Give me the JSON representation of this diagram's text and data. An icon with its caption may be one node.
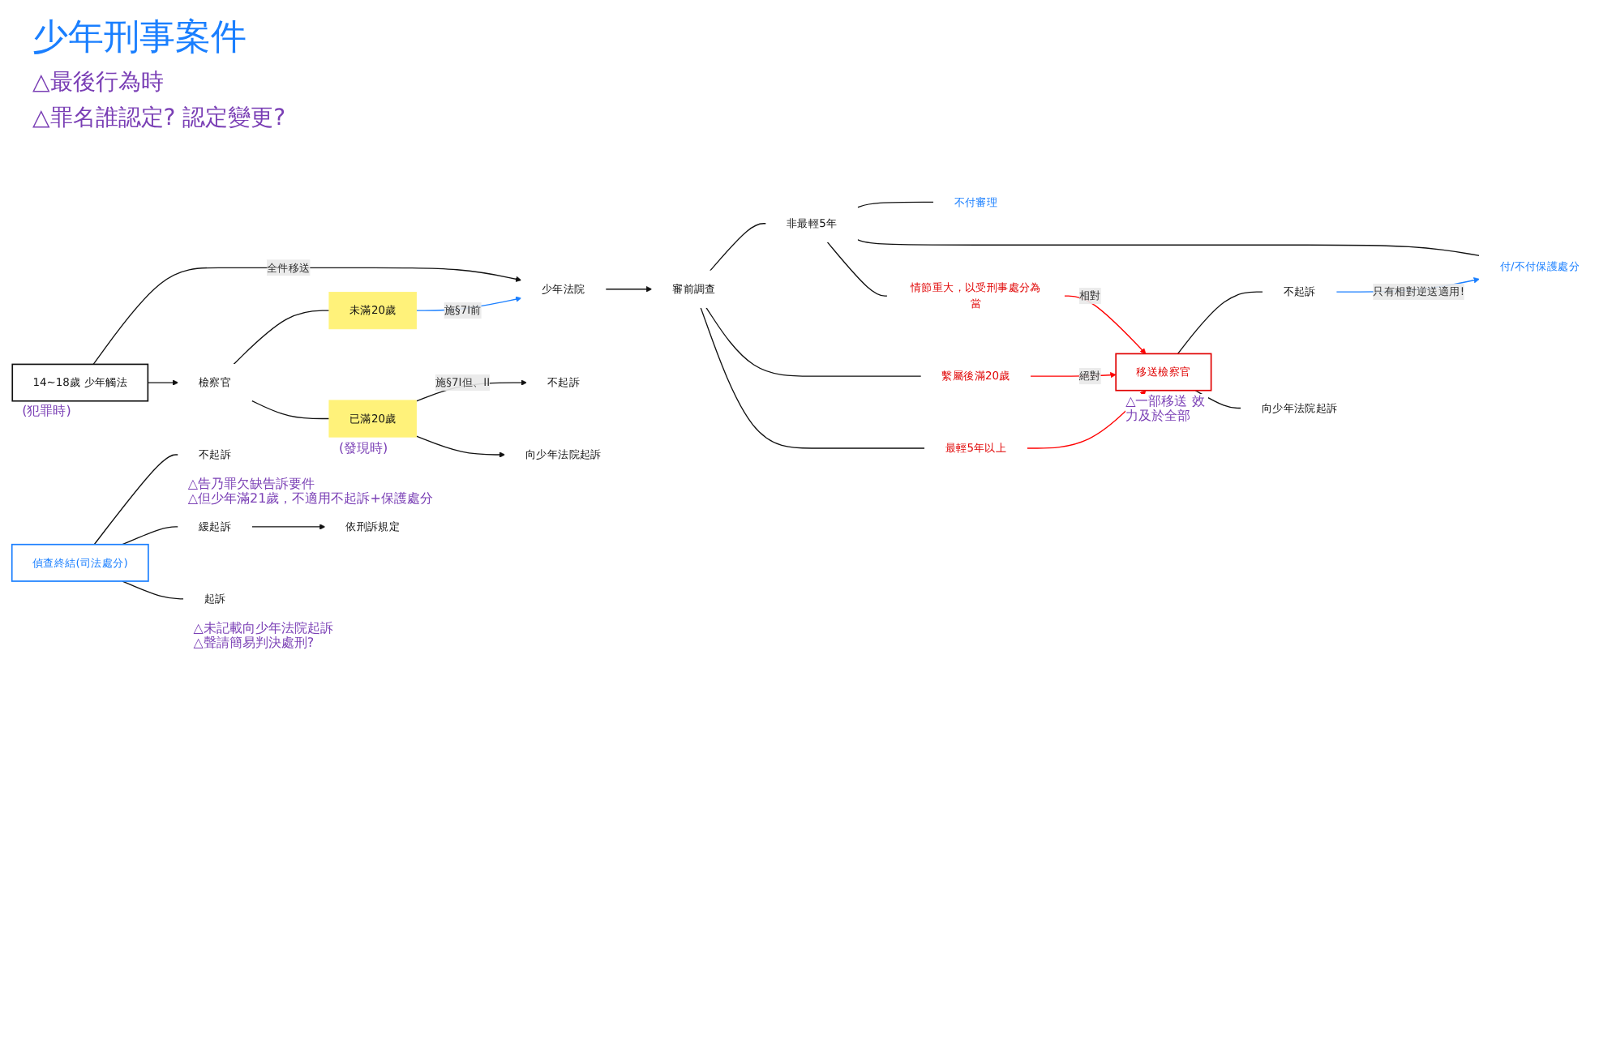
{
  "diagram": {
    "title": "少年刑事案件",
    "nodes": [
      {
        "text": [
          "14~18歲 少年觸法"
        ],
        "beside": [
          "(犯罪時)"
        ]
      },
      {
        "text": [
          "少年法院"
        ]
      },
      {
        "text": [
          "審前調查"
        ]
      },
      {
        "text": [
          "檢察官"
        ]
      },
      {
        "text": [
          "非最輕5年"
        ]
      },
      {
        "text": [
          "不付審理"
        ]
      },
      {
        "text": [
          "付/不付保護處分"
        ]
      },
      {
        "text": [
          "情節重大，以受刑事處分為當"
        ]
      },
      {
        "text": [
          "繫屬後滿20歲"
        ]
      },
      {
        "text": [
          "最輕5年以上"
        ]
      },
      {
        "text": [
          "移送檢察官"
        ],
        "beside": [
          "△一部移送 效力及於全部"
        ]
      },
      {
        "text": [
          "不起訴"
        ]
      },
      {
        "text": [
          "向少年法院起訴"
        ]
      },
      {
        "text": [
          "未滿20歲"
        ]
      },
      {
        "text": [
          "已滿20歲"
        ],
        "beside": [
          "(發現時)"
        ]
      },
      {
        "text": [
          "不起訴"
        ]
      },
      {
        "text": [
          "向少年法院起訴"
        ]
      },
      {
        "text": [
          "偵查終結(司法處分)"
        ]
      },
      {
        "text": [
          "不起訴"
        ],
        "beside": [
          "△告乃罪欠缺告訴要件",
          "△但少年滿21歲，不適用不起訴+保護處分"
        ]
      },
      {
        "text": [
          "緩起訴"
        ]
      },
      {
        "text": [
          "依刑訴規定"
        ]
      },
      {
        "text": [
          "起訴"
        ],
        "beside": [
          "△未記載向少年法院起訴",
          "△聲請簡易判決處刑?"
        ]
      }
    ],
    "edges": [
      {
        "from": 0,
        "to": 1,
        "arrow": "to",
        "label": "全件移送"
      },
      {
        "from": 0,
        "to": 3,
        "arrow": "to"
      },
      {
        "from": 1,
        "to": 2,
        "arrow": "to"
      },
      {
        "from": 2,
        "to": 4,
        "arrow": "none"
      },
      {
        "from": 2,
        "to": 8,
        "arrow": "none"
      },
      {
        "from": 2,
        "to": 9,
        "arrow": "none"
      },
      {
        "from": 4,
        "to": 5,
        "arrow": "none"
      },
      {
        "from": 4,
        "to": 6,
        "arrow": "none"
      },
      {
        "from": 4,
        "to": 7,
        "arrow": "none"
      },
      {
        "from": 8,
        "to": 10,
        "arrow": "to",
        "label": "絕對",
        "color": "#ff0000"
      },
      {
        "from": 9,
        "to": 10,
        "arrow": "to",
        "color": "#ff0000"
      },
      {
        "from": 7,
        "to": 10,
        "arrow": "to",
        "label": "相對",
        "color": "#ff0000"
      },
      {
        "from": 10,
        "to": 11,
        "arrow": "none"
      },
      {
        "from": 10,
        "to": 12,
        "arrow": "none"
      },
      {
        "from": 11,
        "to": 6,
        "arrow": "to",
        "label": "只有相對逆送適用!",
        "color": "#1a7fff"
      },
      {
        "from": 3,
        "to": 13,
        "arrow": "none"
      },
      {
        "from": 3,
        "to": 14,
        "arrow": "none"
      },
      {
        "from": 13,
        "to": 1,
        "arrow": "to",
        "label": "施§7I前",
        "color": "#1a7fff"
      },
      {
        "from": 14,
        "to": 15,
        "arrow": "to",
        "label": "施§7I但、II"
      },
      {
        "from": 14,
        "to": 16,
        "arrow": "to"
      },
      {
        "from": 17,
        "to": 18,
        "arrow": "none"
      },
      {
        "from": 17,
        "to": 19,
        "arrow": "none"
      },
      {
        "from": 17,
        "to": 21,
        "arrow": "none"
      },
      {
        "from": 19,
        "to": 20,
        "arrow": "to"
      }
    ],
    "labels": [
      "△最後行為時",
      "△罪名誰認定? 認定變更?"
    ]
  }
}
